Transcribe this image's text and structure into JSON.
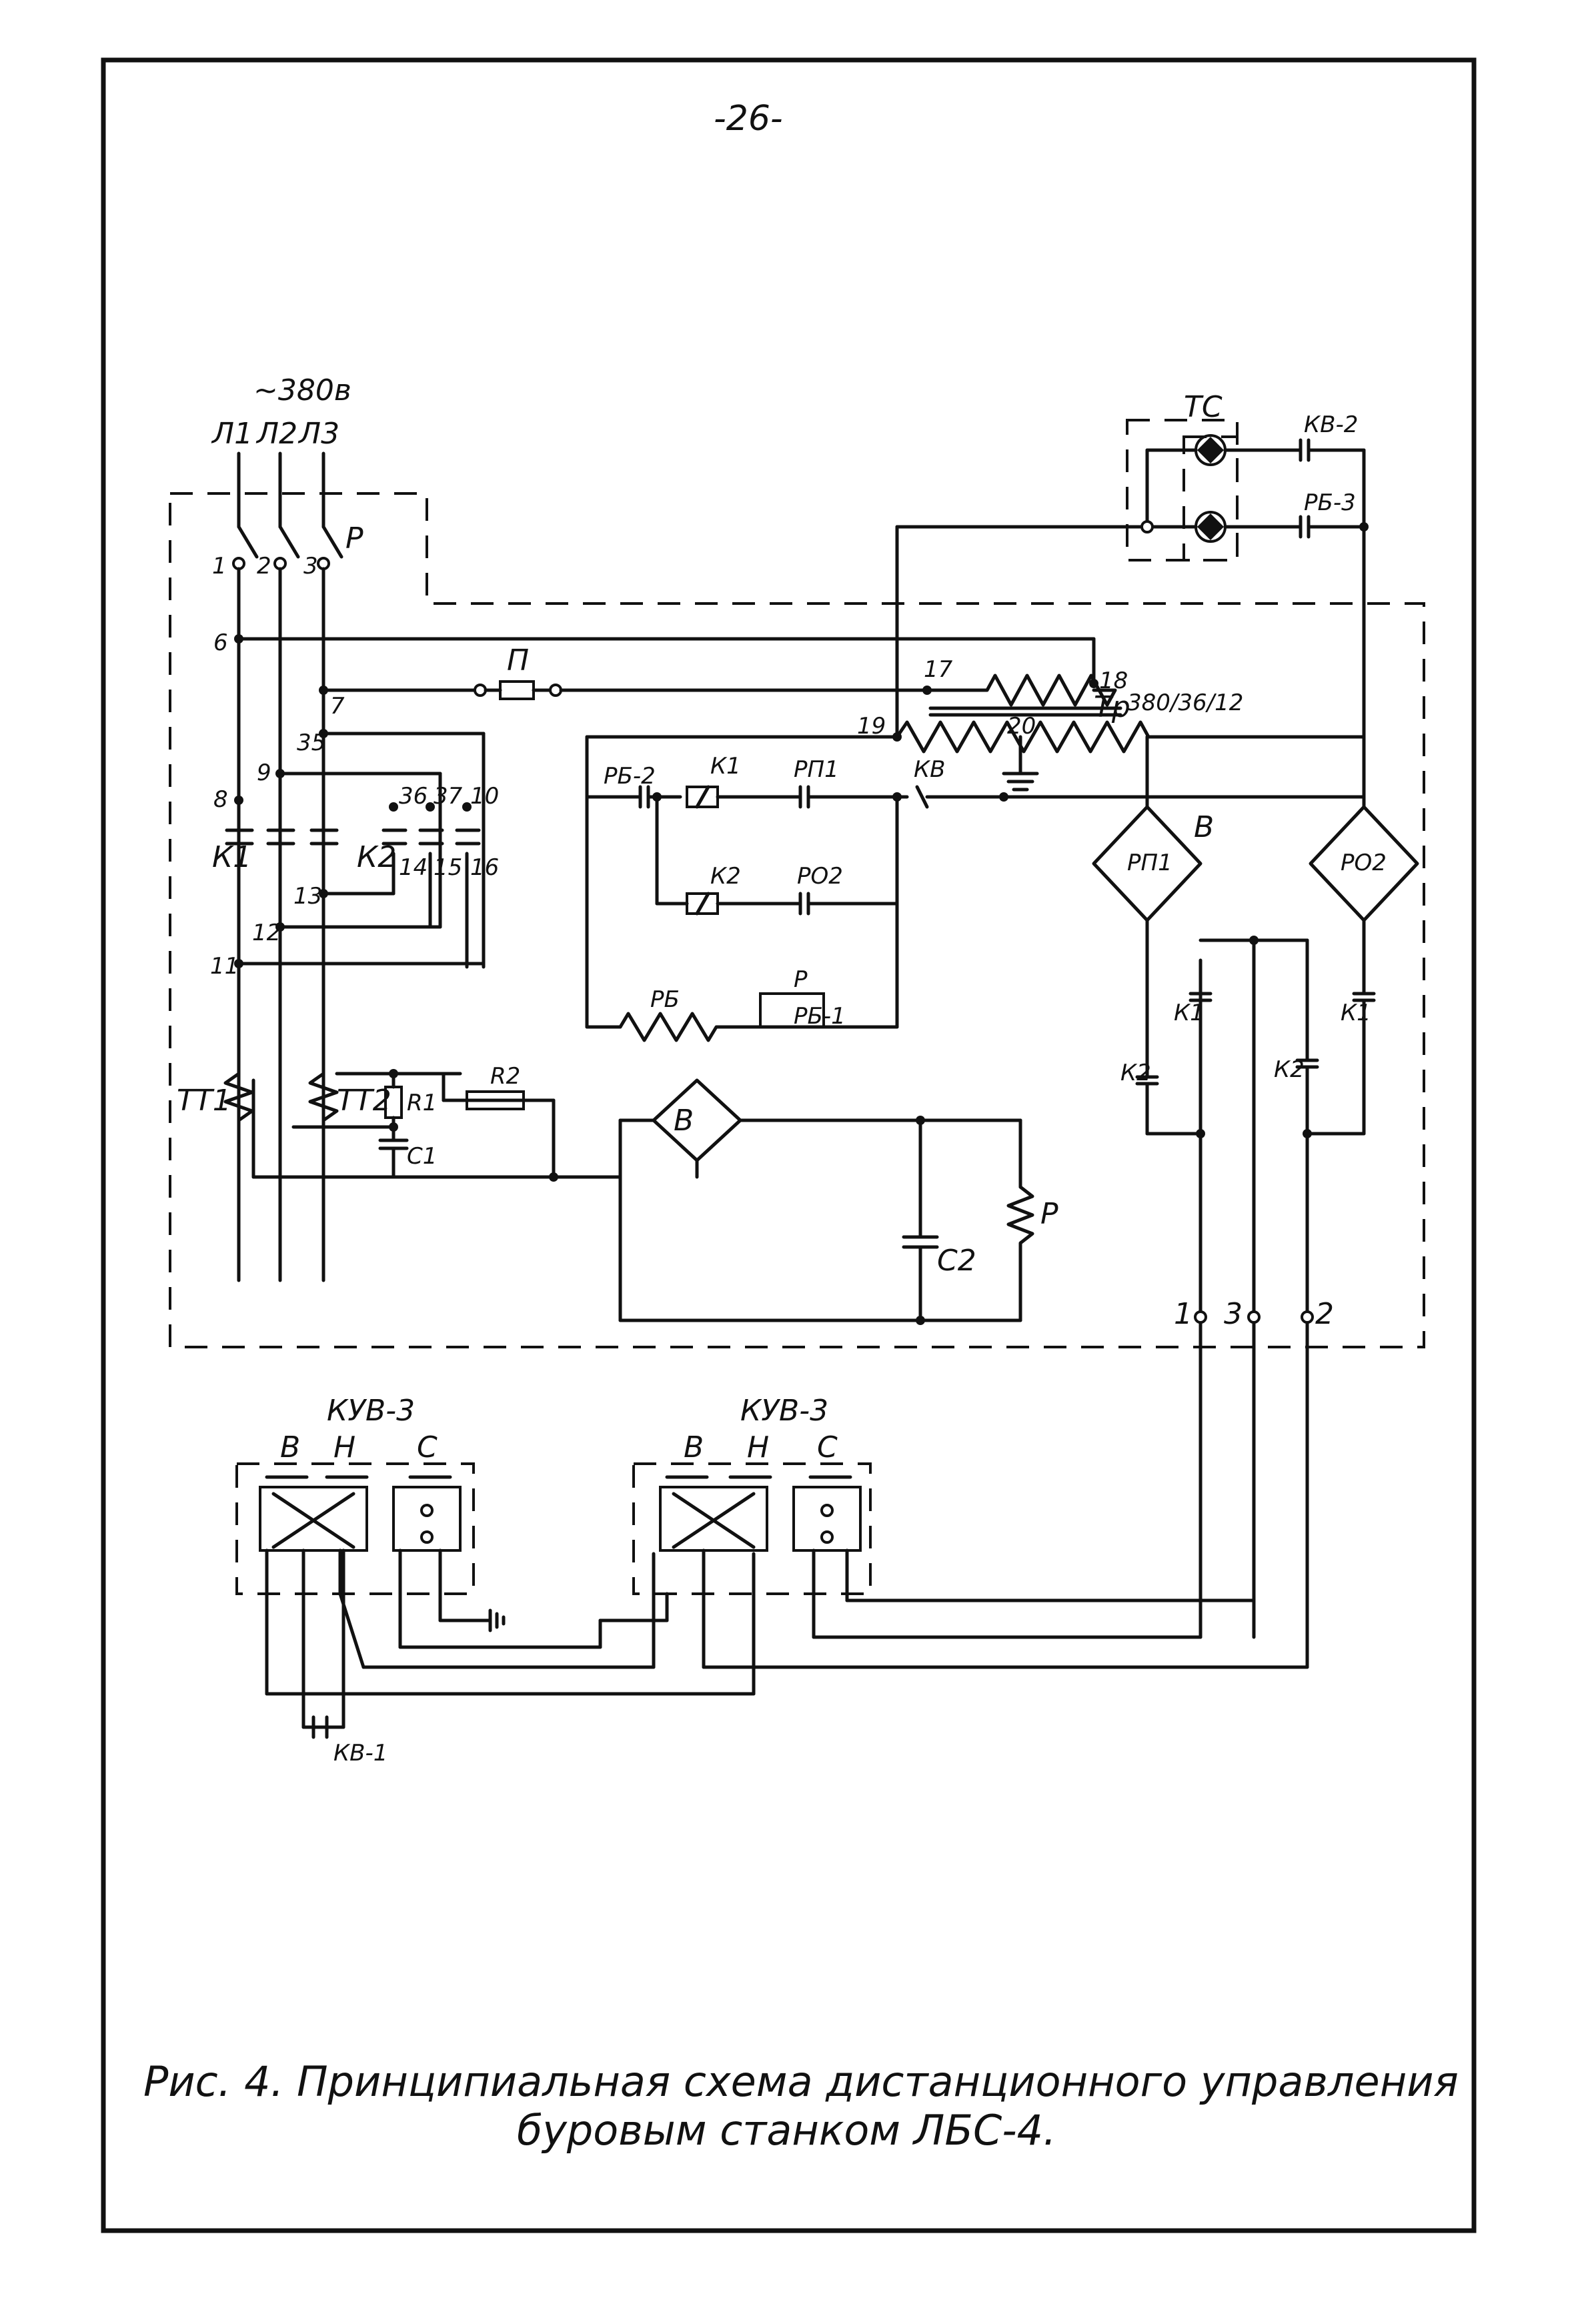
{
  "page_number": "-26-",
  "caption": {
    "line1": "Рис. 4. Принципиальная схема дистанционного управления",
    "line2": "буровым станком ЛБС-4."
  },
  "supply": {
    "voltage": "~380в",
    "phases": [
      "Л1",
      "Л2",
      "Л3"
    ],
    "switch": "Р"
  },
  "labels": {
    "n1": "1",
    "n2": "2",
    "n3": "3",
    "n6": "6",
    "n7": "7",
    "n8": "8",
    "n9": "9",
    "n11": "11",
    "n12": "12",
    "n13": "13",
    "n14": "14",
    "n15": "15",
    "n16": "16",
    "n17": "17",
    "n18": "18",
    "n19": "19",
    "n20": "20",
    "n35": "35",
    "n36": "36",
    "n37": "37",
    "n10": "10",
    "fuse": "П",
    "transformer": "Тр",
    "tr_voltage": "380/36/12",
    "k1": "К1",
    "k2": "К2",
    "tt1": "ТТ1",
    "tt2": "ТТ2",
    "r1": "R1",
    "r2": "R2",
    "c1": "С1",
    "c2": "С2",
    "bridge_left": "В",
    "bridge_right": "В",
    "relay_p": "Р",
    "rb2": "РБ-2",
    "rb1": "РБ-1",
    "rb": "РБ",
    "rb3": "РБ-3",
    "rp1": "РП1",
    "ro2": "РО2",
    "kv": "КВ",
    "kv2": "КВ-2",
    "kv1": "КВ-1",
    "tc": "ТС",
    "out1": "1",
    "out3": "3",
    "out2": "2",
    "kuv_left": "КУВ-3",
    "kuv_right": "КУВ-3",
    "btn_v": "В",
    "btn_n": "Н",
    "btn_s": "С"
  }
}
